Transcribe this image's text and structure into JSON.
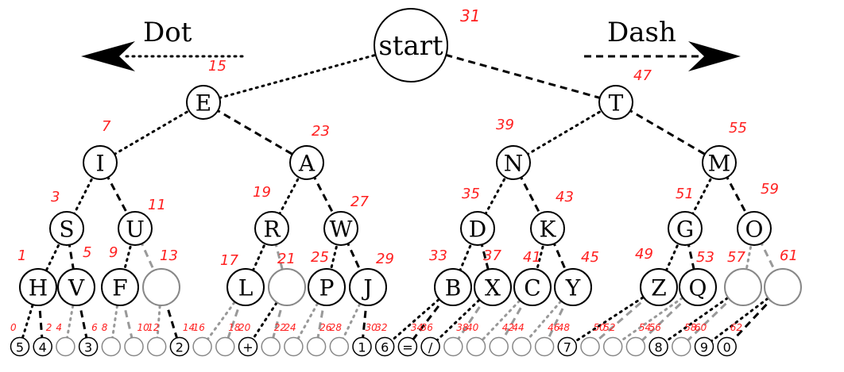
{
  "legend": {
    "dot_label": "Dot",
    "dash_label": "Dash"
  },
  "root": {
    "label": "start",
    "number": "31"
  },
  "nodes": [
    {
      "id": "E",
      "label": "E",
      "number": "15",
      "parent": "root",
      "branch": "dot"
    },
    {
      "id": "T",
      "label": "T",
      "number": "47",
      "parent": "root",
      "branch": "dash"
    },
    {
      "id": "I",
      "label": "I",
      "number": "7",
      "parent": "E",
      "branch": "dot"
    },
    {
      "id": "A",
      "label": "A",
      "number": "23",
      "parent": "E",
      "branch": "dash"
    },
    {
      "id": "N",
      "label": "N",
      "number": "39",
      "parent": "T",
      "branch": "dot"
    },
    {
      "id": "M",
      "label": "M",
      "number": "55",
      "parent": "T",
      "branch": "dash"
    },
    {
      "id": "S",
      "label": "S",
      "number": "3",
      "parent": "I",
      "branch": "dot"
    },
    {
      "id": "U",
      "label": "U",
      "number": "11",
      "parent": "I",
      "branch": "dash"
    },
    {
      "id": "R",
      "label": "R",
      "number": "19",
      "parent": "A",
      "branch": "dot"
    },
    {
      "id": "W",
      "label": "W",
      "number": "27",
      "parent": "A",
      "branch": "dash"
    },
    {
      "id": "D",
      "label": "D",
      "number": "35",
      "parent": "N",
      "branch": "dot"
    },
    {
      "id": "K",
      "label": "K",
      "number": "43",
      "parent": "N",
      "branch": "dash"
    },
    {
      "id": "G",
      "label": "G",
      "number": "51",
      "parent": "M",
      "branch": "dot"
    },
    {
      "id": "O",
      "label": "O",
      "number": "59",
      "parent": "M",
      "branch": "dash"
    },
    {
      "id": "H",
      "label": "H",
      "number": "1",
      "parent": "S",
      "branch": "dot"
    },
    {
      "id": "V",
      "label": "V",
      "number": "5",
      "parent": "S",
      "branch": "dash"
    },
    {
      "id": "F",
      "label": "F",
      "number": "9",
      "parent": "U",
      "branch": "dot"
    },
    {
      "id": "U2",
      "label": "",
      "number": "13",
      "parent": "U",
      "branch": "dash",
      "empty": true
    },
    {
      "id": "L",
      "label": "L",
      "number": "17",
      "parent": "R",
      "branch": "dot"
    },
    {
      "id": "R2",
      "label": "",
      "number": "21",
      "parent": "R",
      "branch": "dash",
      "empty": true
    },
    {
      "id": "P",
      "label": "P",
      "number": "25",
      "parent": "W",
      "branch": "dot"
    },
    {
      "id": "J",
      "label": "J",
      "number": "29",
      "parent": "W",
      "branch": "dash"
    },
    {
      "id": "B",
      "label": "B",
      "number": "33",
      "parent": "D",
      "branch": "dot"
    },
    {
      "id": "X",
      "label": "X",
      "number": "37",
      "parent": "D",
      "branch": "dash"
    },
    {
      "id": "C",
      "label": "C",
      "number": "41",
      "parent": "K",
      "branch": "dot"
    },
    {
      "id": "Y",
      "label": "Y",
      "number": "45",
      "parent": "K",
      "branch": "dash"
    },
    {
      "id": "Z",
      "label": "Z",
      "number": "49",
      "parent": "G",
      "branch": "dot"
    },
    {
      "id": "Q",
      "label": "Q",
      "number": "53",
      "parent": "G",
      "branch": "dash"
    },
    {
      "id": "O1",
      "label": "",
      "number": "57",
      "parent": "O",
      "branch": "dot",
      "empty": true
    },
    {
      "id": "O2",
      "label": "",
      "number": "61",
      "parent": "O",
      "branch": "dash",
      "empty": true
    }
  ],
  "leaves": [
    {
      "label": "5",
      "number": "0",
      "parent": "H",
      "branch": "dot"
    },
    {
      "label": "4",
      "number": "2",
      "parent": "H",
      "branch": "dash"
    },
    {
      "label": "",
      "number": "4",
      "parent": "V",
      "branch": "dot"
    },
    {
      "label": "3",
      "number": "6",
      "parent": "V",
      "branch": "dash"
    },
    {
      "label": "",
      "number": "8",
      "parent": "F",
      "branch": "dot"
    },
    {
      "label": "",
      "number": "10",
      "parent": "F",
      "branch": "dash"
    },
    {
      "label": "",
      "number": "12",
      "parent": "U2",
      "branch": "dot"
    },
    {
      "label": "2",
      "number": "14",
      "parent": "U2",
      "branch": "dash"
    },
    {
      "label": "",
      "number": "16",
      "parent": "L",
      "branch": "dot"
    },
    {
      "label": "",
      "number": "18",
      "parent": "L",
      "branch": "dash"
    },
    {
      "label": "+",
      "number": "20",
      "parent": "R2",
      "branch": "dot"
    },
    {
      "label": "",
      "number": "22",
      "parent": "R2",
      "branch": "dash"
    },
    {
      "label": "",
      "number": "24",
      "parent": "P",
      "branch": "dot"
    },
    {
      "label": "",
      "number": "26",
      "parent": "P",
      "branch": "dash"
    },
    {
      "label": "",
      "number": "28",
      "parent": "J",
      "branch": "dot"
    },
    {
      "label": "1",
      "number": "30",
      "parent": "J",
      "branch": "dash"
    },
    {
      "label": "6",
      "number": "32",
      "parent": "B",
      "branch": "dot"
    },
    {
      "label": "=",
      "number": "34",
      "parent": "B",
      "branch": "dash"
    },
    {
      "label": "/",
      "number": "36",
      "parent": "X",
      "branch": "dot"
    },
    {
      "label": "",
      "number": "38",
      "parent": "X",
      "branch": "dash"
    },
    {
      "label": "",
      "number": "40",
      "parent": "C",
      "branch": "dot"
    },
    {
      "label": "",
      "number": "42",
      "parent": "C",
      "branch": "dash"
    },
    {
      "label": "",
      "number": "44",
      "parent": "Y",
      "branch": "dot"
    },
    {
      "label": "",
      "number": "46",
      "parent": "Y",
      "branch": "dash"
    },
    {
      "label": "7",
      "number": "48",
      "parent": "Z",
      "branch": "dot"
    },
    {
      "label": "",
      "number": "50",
      "parent": "Z",
      "branch": "dash"
    },
    {
      "label": "",
      "number": "52",
      "parent": "Q",
      "branch": "dot"
    },
    {
      "label": "",
      "number": "54",
      "parent": "Q",
      "branch": "dash"
    },
    {
      "label": "8",
      "number": "56",
      "parent": "O1",
      "branch": "dot"
    },
    {
      "label": "",
      "number": "58",
      "parent": "O1",
      "branch": "dash"
    },
    {
      "label": "9",
      "number": "60",
      "parent": "O2",
      "branch": "dot"
    },
    {
      "label": "0",
      "number": "62",
      "parent": "O2",
      "branch": "dash"
    }
  ],
  "colors": {
    "ink": "#000000",
    "empty_node": "#888888",
    "annotation": "#ff2020"
  }
}
